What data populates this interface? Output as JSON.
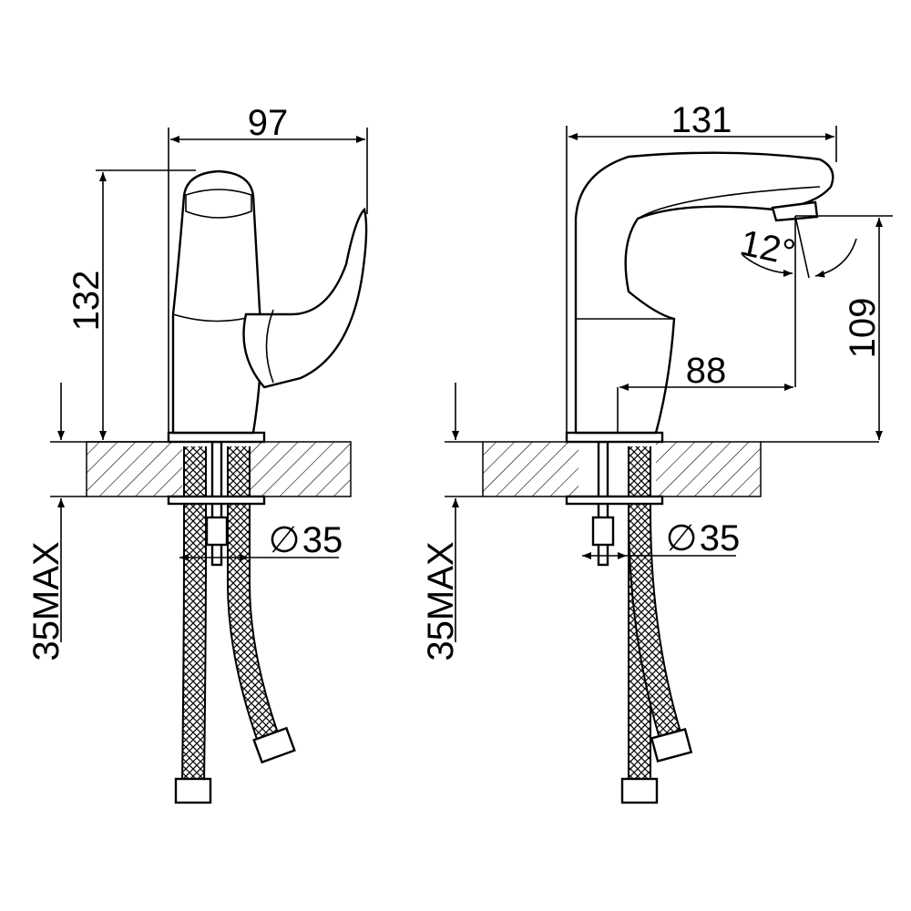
{
  "drawing": {
    "left_view": {
      "width_label": "97",
      "height_label": "132",
      "max_thickness_label": "35MAX",
      "hole_diameter_symbol": "∅",
      "hole_diameter_label": "35"
    },
    "right_view": {
      "length_label": "131",
      "angle_label": "12°",
      "spout_height_label": "109",
      "reach_label": "88",
      "max_thickness_label": "35MAX",
      "hole_diameter_symbol": "∅",
      "hole_diameter_label": "35"
    }
  },
  "colors": {
    "line": "#000000",
    "background": "#ffffff"
  }
}
